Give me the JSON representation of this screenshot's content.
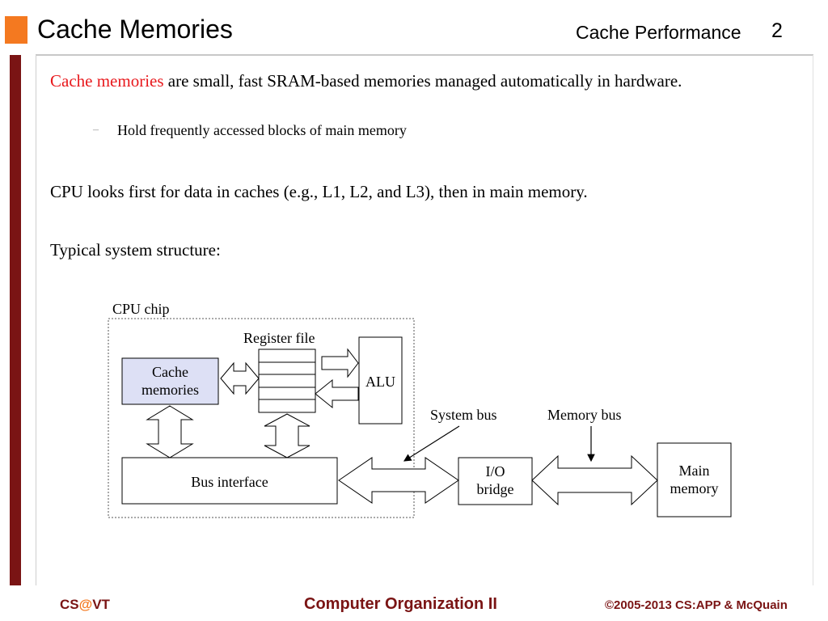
{
  "header": {
    "title": "Cache Memories",
    "topic": "Cache Performance",
    "slide_number": "2"
  },
  "content": {
    "para1_highlight": "Cache memories",
    "para1_rest": " are small, fast SRAM-based memories managed automatically in hardware.",
    "sub_bullet_marker": "–",
    "sub_bullet": "Hold frequently accessed blocks of main memory",
    "para2": "CPU looks first for data in caches (e.g., L1, L2, and L3), then in main memory.",
    "para3": "Typical system structure:"
  },
  "diagram": {
    "cpu_chip": "CPU chip",
    "register_file": "Register file",
    "cache_line1": "Cache",
    "cache_line2": "memories",
    "alu": "ALU",
    "bus_interface": "Bus interface",
    "system_bus": "System bus",
    "memory_bus": "Memory bus",
    "io_line1": "I/O",
    "io_line2": "bridge",
    "main_line1": "Main",
    "main_line2": "memory"
  },
  "footer": {
    "left_cs": "CS",
    "left_at": "@",
    "left_vt": "VT",
    "center": "Computer Organization II",
    "right": "©2005-2013 CS:APP & McQuain"
  },
  "colors": {
    "accent_orange": "#f47920",
    "maroon": "#7a1414",
    "highlight_red": "#e8181c",
    "cache_fill": "#dde0f5"
  }
}
